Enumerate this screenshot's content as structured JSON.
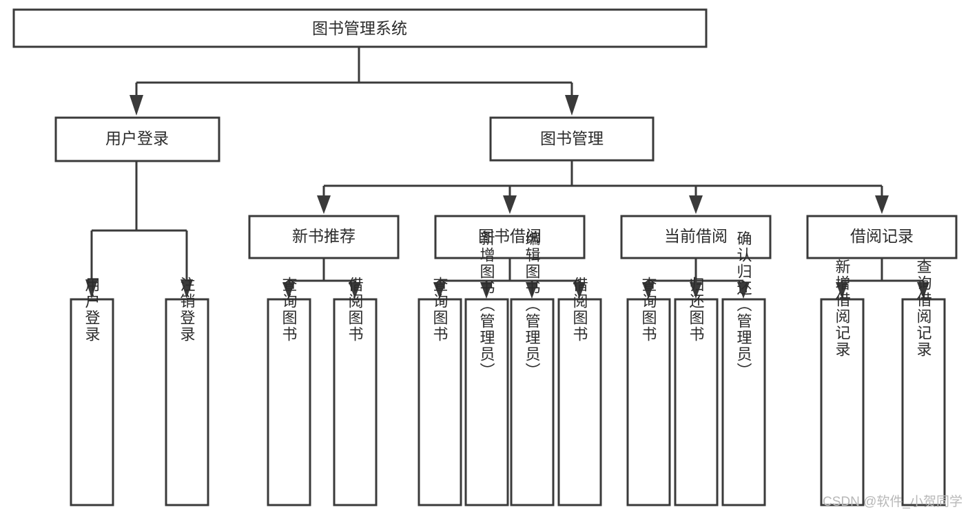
{
  "diagram": {
    "title": "图书管理系统",
    "type": "tree-hierarchy-diagram",
    "colors": {
      "stroke": "#3a3a3a",
      "fill": "#ffffff",
      "text": "#2b2b2b",
      "watermark": "#b8b8b8",
      "background": "#ffffff"
    },
    "root": {
      "label": "图书管理系统"
    },
    "level2": [
      {
        "label": "用户登录"
      },
      {
        "label": "图书管理"
      }
    ],
    "level3": [
      {
        "label": "新书推荐"
      },
      {
        "label": "图书借阅"
      },
      {
        "label": "当前借阅"
      },
      {
        "label": "借阅记录"
      }
    ],
    "leaves": {
      "user_login": [
        {
          "label": "用户登录"
        },
        {
          "label": "注销登录"
        }
      ],
      "new_book_recommend": [
        {
          "label": "查询图书"
        },
        {
          "label": "借阅图书"
        }
      ],
      "book_borrow": [
        {
          "label": "查询图书"
        },
        {
          "label": "新增图书（管理员）"
        },
        {
          "label": "编辑图书（管理员）"
        },
        {
          "label": "借阅图书"
        }
      ],
      "current_borrow": [
        {
          "label": "查询图书"
        },
        {
          "label": "归还图书"
        },
        {
          "label": "确认归还（管理员）"
        }
      ],
      "borrow_record": [
        {
          "label": "新增借阅记录"
        },
        {
          "label": "查询借阅记录"
        }
      ]
    }
  },
  "watermark": {
    "text": "CSDN @软件_小贺同学"
  }
}
